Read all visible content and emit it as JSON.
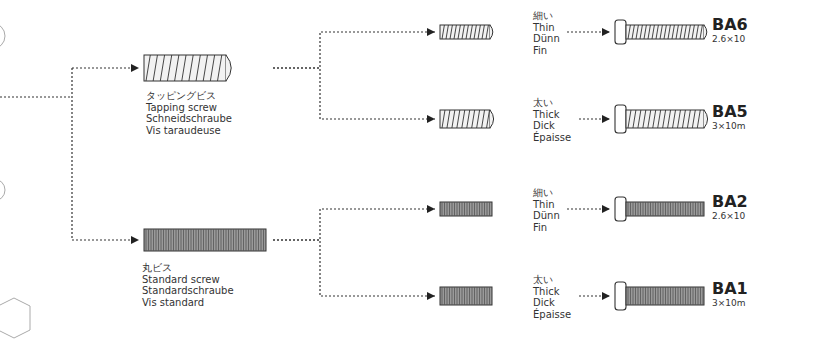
{
  "diagram": {
    "nodes": [
      {
        "text": [
          "タッピングビス",
          "Tapping screw",
          "Schneidschraube",
          "Vis taraudeuse"
        ]
      },
      {
        "text": [
          "丸ビス",
          "Standard screw",
          "Standardschraube",
          "Vis standard"
        ]
      },
      {
        "text": [
          "細い",
          "Thin",
          "Dünn",
          "Fin"
        ]
      },
      {
        "text": [
          "太い",
          "Thick",
          "Dick",
          "Épaisse"
        ]
      },
      {
        "text": [
          "細い",
          "Thin",
          "Dünn",
          "Fin"
        ]
      },
      {
        "text": [
          "太い",
          "Thick",
          "Dick",
          "Épaisse"
        ]
      },
      {
        "text": [
          "BA6",
          "2.6×10"
        ]
      },
      {
        "text": [
          "BA5",
          "3×10m"
        ]
      },
      {
        "text": [
          "BA2",
          "2.6×10"
        ]
      },
      {
        "text": [
          "BA1",
          "3×10m"
        ]
      }
    ],
    "edges": [
      {
        "from": 0,
        "to": 2,
        "arrow": "to"
      },
      {
        "from": 0,
        "to": 3,
        "arrow": "to"
      },
      {
        "from": 1,
        "to": 4,
        "arrow": "to"
      },
      {
        "from": 1,
        "to": 5,
        "arrow": "to"
      },
      {
        "from": 2,
        "to": 6,
        "arrow": "to"
      },
      {
        "from": 3,
        "to": 7,
        "arrow": "to"
      },
      {
        "from": 4,
        "to": 8,
        "arrow": "to"
      },
      {
        "from": 5,
        "to": 9,
        "arrow": "to"
      }
    ]
  }
}
